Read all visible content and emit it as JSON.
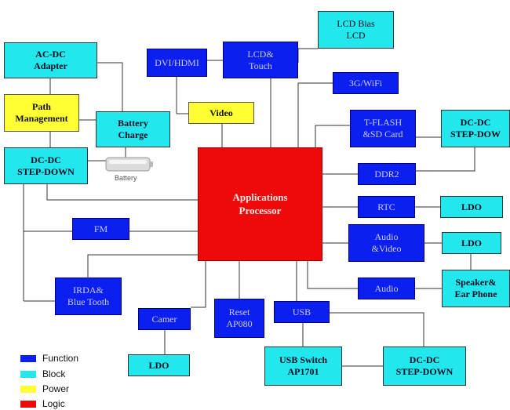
{
  "blocks": {
    "ac_dc": "AC-DC\nAdapter",
    "path_mgmt": "Path\nManagement",
    "battery_charge": "Battery\nCharge",
    "dcdc_left": "DC-DC\nSTEP-DOWN",
    "dvi": "DVI/HDMI",
    "lcd_touch": "LCD&\nTouch",
    "lcd_bias": "LCD Bias\nLCD",
    "video": "Video",
    "wifi": "3G/WiFi",
    "tflash": "T-FLASH\n&SD Card",
    "dcdc_right": "DC-DC\nSTEP-DOW",
    "ddr2": "DDR2",
    "app_proc": "Applications\nProcessor",
    "rtc": "RTC",
    "ldo_rtc": "LDO",
    "fm": "FM",
    "audio_video": "Audio\n&Video",
    "ldo_av": "LDO",
    "irda": "IRDA&\nBlue Tooth",
    "audio": "Audio",
    "speaker": "Speaker&\nEar Phone",
    "camera": "Camer",
    "reset": "Reset\nAP080",
    "usb": "USB",
    "ldo_cam": "LDO",
    "usb_switch": "USB Switch\nAP1701",
    "dcdc_bottom": "DC-DC\nSTEP-DOWN"
  },
  "battery_label": "Battery",
  "legend": [
    {
      "label": "Function",
      "color": "#0a1ff0"
    },
    {
      "label": "Block",
      "color": "#22e8ee"
    },
    {
      "label": "Power",
      "color": "#ffff33"
    },
    {
      "label": "Logic",
      "color": "#ee0a0a"
    }
  ]
}
